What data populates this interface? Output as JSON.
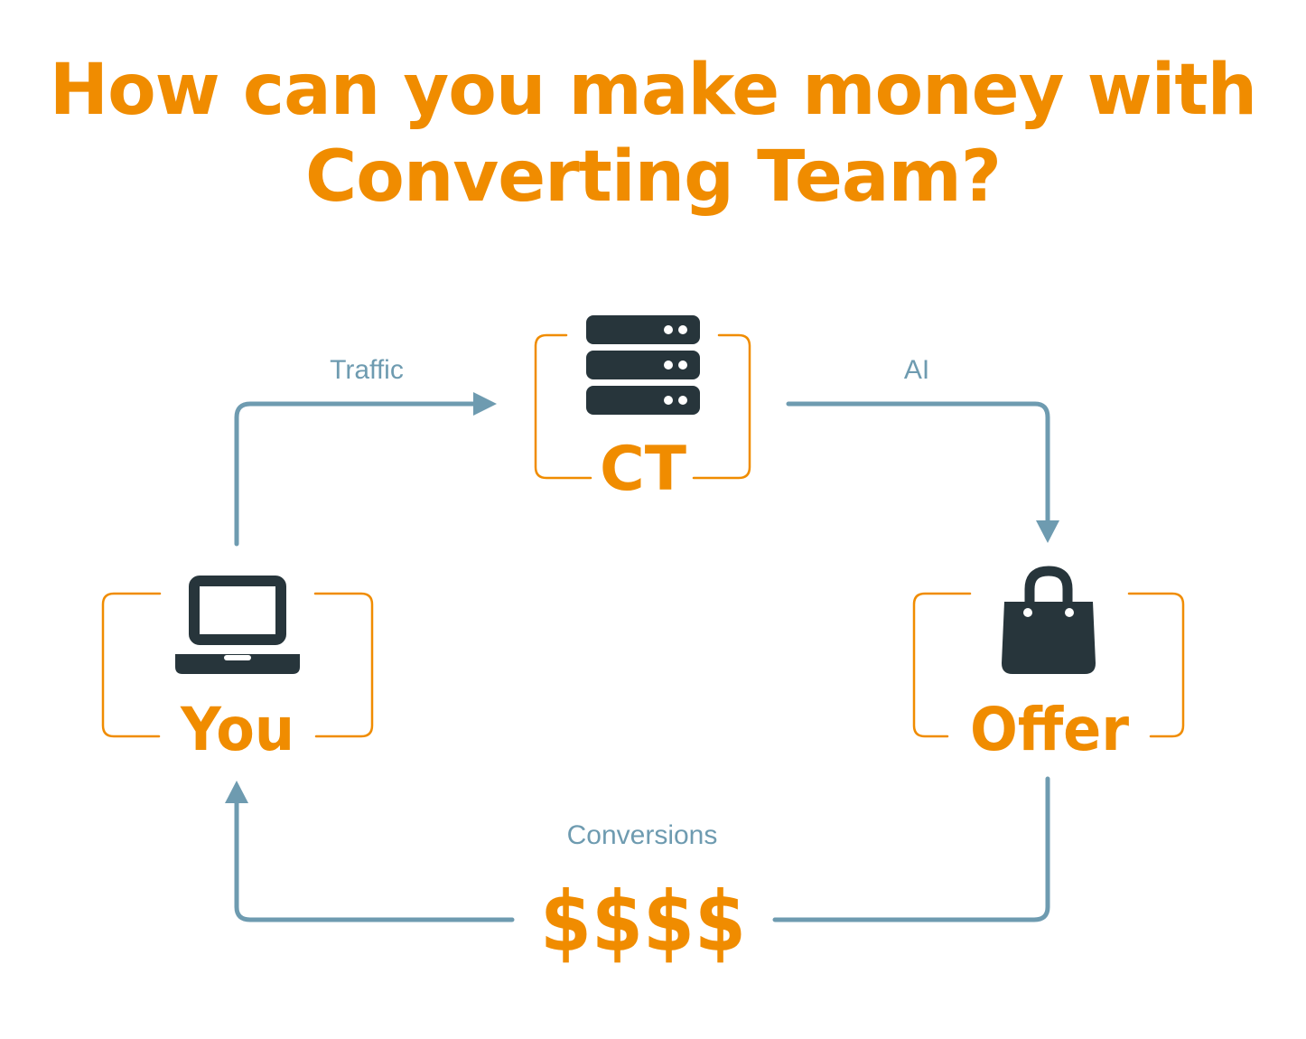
{
  "title": {
    "line1": "How can you make money with",
    "line2": "Converting Team?"
  },
  "nodes": {
    "ct": {
      "label": "CT",
      "icon": "server-icon"
    },
    "you": {
      "label": "You",
      "icon": "laptop-icon"
    },
    "offer": {
      "label": "Offer",
      "icon": "shopping-bag-icon"
    }
  },
  "edges": {
    "traffic": {
      "label": "Traffic"
    },
    "ai": {
      "label": "AI"
    },
    "conversions": {
      "label": "Conversions",
      "value": "$$$$"
    }
  },
  "colors": {
    "accent": "#F08C00",
    "line": "#6E9BB0",
    "icon": "#27353B",
    "background": "#FFFFFF"
  }
}
